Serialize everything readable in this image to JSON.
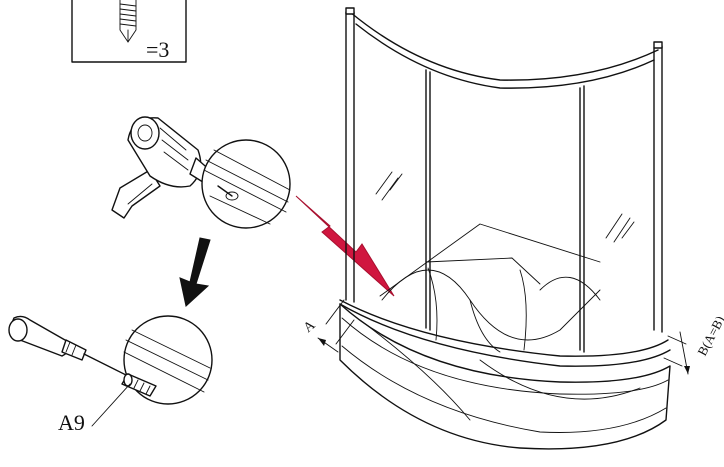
{
  "screw_box": {
    "quantity_label": "=3"
  },
  "part_label": "A9",
  "dimension_labels": {
    "left": "A",
    "right": "B(A=B)"
  },
  "colors": {
    "ink": "#111111",
    "arrow_accent": "#d0163f",
    "background": "#ffffff"
  },
  "icons": [
    "screw-icon",
    "power-drill-icon",
    "screwdriver-icon",
    "down-arrow-icon",
    "pointer-arrow-icon"
  ]
}
